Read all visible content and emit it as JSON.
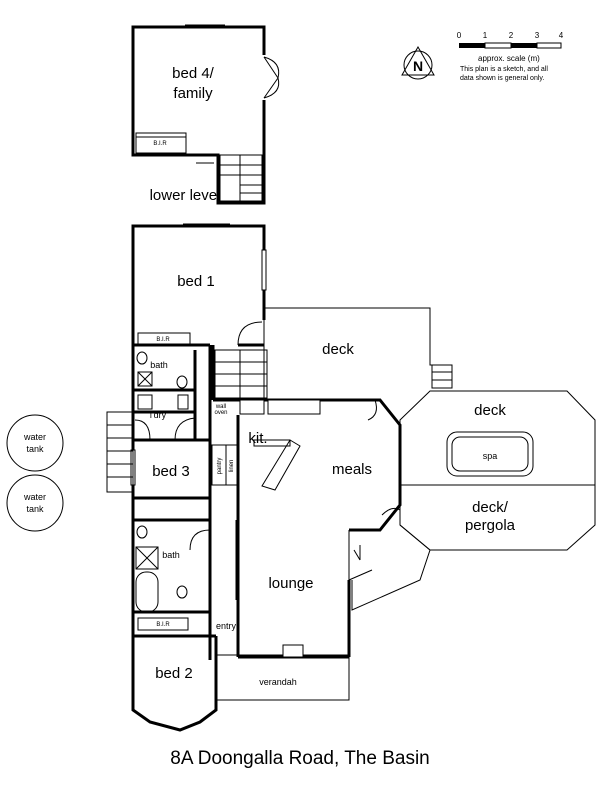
{
  "address": "8A Doongalla Road, The Basin",
  "rooms": {
    "bed4": "bed 4/",
    "bed4_line2": "family",
    "lower_level": "lower level",
    "bed1": "bed 1",
    "deck_upper": "deck",
    "deck_right": "deck",
    "spa": "spa",
    "deck_pergola": "deck/",
    "deck_pergola_line2": "pergola",
    "kit": "kit.",
    "meals": "meals",
    "bed3": "bed 3",
    "lounge": "lounge",
    "bath_upper": "bath",
    "bath_lower": "bath",
    "ldry": "l'dry",
    "entry": "entry",
    "bed2": "bed 2",
    "verandah": "verandah",
    "water_tank_1": "water",
    "water_tank_1_line2": "tank",
    "water_tank_2": "water",
    "water_tank_2_line2": "tank"
  },
  "fixtures": {
    "bir": "B.I.R",
    "pantry": "pantry",
    "linen": "linen",
    "wall_oven": "wall",
    "wall_oven_line2": "oven"
  },
  "scale": {
    "ticks": [
      "0",
      "1",
      "2",
      "3",
      "4"
    ],
    "label": "approx. scale (m)",
    "note_line1": "This plan is a sketch, and all",
    "note_line2": "data shown is general only."
  },
  "compass": {
    "letter": "N"
  }
}
